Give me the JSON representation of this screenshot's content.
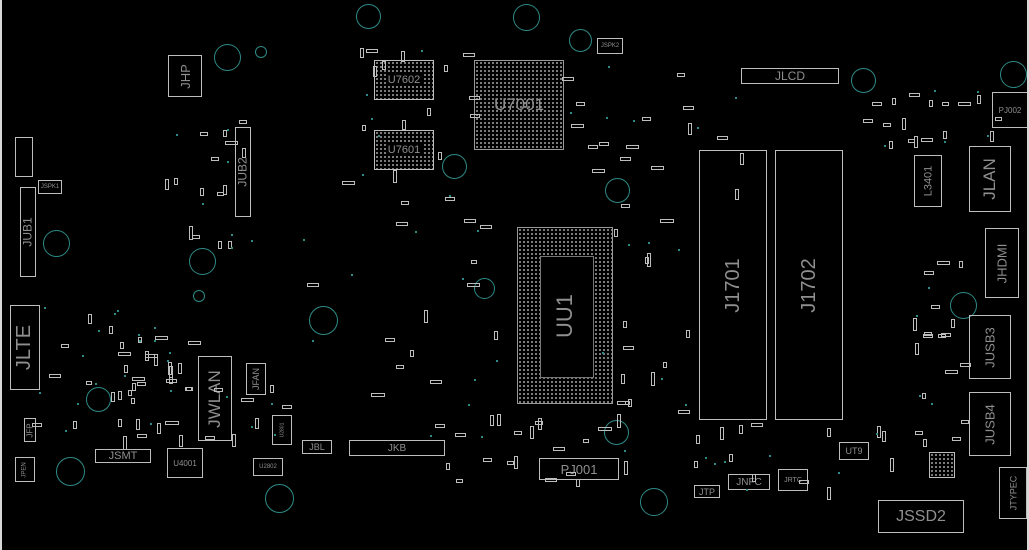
{
  "board": {
    "components": {
      "jhp": "JHP",
      "jub2": "JUB2",
      "jspk1": "JSPK1",
      "jub1": "JUB1",
      "jlte": "JLTE",
      "jfp": "JFP",
      "jpen": "JPEN",
      "jsmt": "JSMT",
      "u4001": "U4001",
      "jwlan": "JWLAN",
      "jfan": "JFAN",
      "u2801": "U2801",
      "u2802": "U2802",
      "jbl": "JBL",
      "jkb": "JKB",
      "u7602": "U7602",
      "u7001": "U7001",
      "u7601": "U7601",
      "jspk2": "JSPK2",
      "jlcd": "JLCD",
      "uu1": "UU1",
      "pj001": "PJ001",
      "j1701": "J1701",
      "j1702": "J1702",
      "l3401": "L3401",
      "jlan": "JLAN",
      "jhdmi": "JHDMI",
      "jusb3": "JUSB3",
      "jusb4": "JUSB4",
      "pj002": "PJ002",
      "ut9": "UT9",
      "jtp": "JTP",
      "jnfc": "JNFC",
      "jrtc": "JRTC",
      "jssd2": "JSSD2",
      "jtypec": "JTYPEC"
    },
    "colors": {
      "outline": "#bdbdbd",
      "label": "#8f8f8f",
      "mounting_hole": "#2d8a86",
      "background": "#000000"
    }
  }
}
